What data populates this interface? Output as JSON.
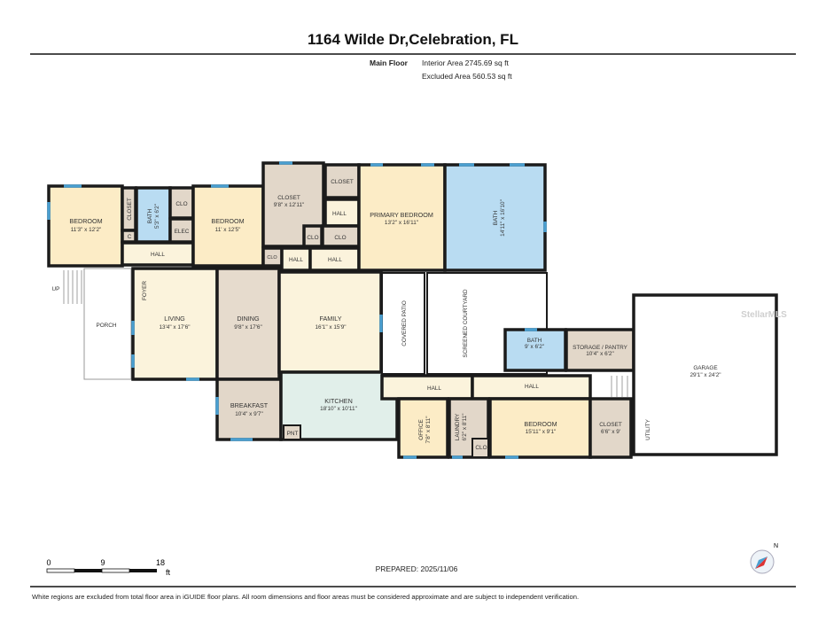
{
  "header": {
    "title": "1164 Wilde Dr,Celebration, FL",
    "floor_label": "Main Floor",
    "interior_area": "Interior Area 2745.69 sq ft",
    "excluded_area": "Excluded Area 560.53 sq ft"
  },
  "rooms": {
    "bedroom1": {
      "name": "BEDROOM",
      "dims": "11'3\" x 12'2\""
    },
    "closet1": {
      "name": "CLOSET"
    },
    "c": {
      "name": "C"
    },
    "bath1": {
      "name": "BATH",
      "dims": "5'3\" x 6'2\""
    },
    "clo1": {
      "name": "CLO"
    },
    "elec": {
      "name": "ELEC"
    },
    "hall1": {
      "name": "HALL"
    },
    "bedroom2": {
      "name": "BEDROOM",
      "dims": "11' x 12'5\""
    },
    "closet_big": {
      "name": "CLOSET",
      "dims": "9'8\" x 12'11\""
    },
    "closet2": {
      "name": "CLOSET"
    },
    "hall2": {
      "name": "HALL"
    },
    "clo2": {
      "name": "CLO"
    },
    "clo3": {
      "name": "CLO"
    },
    "clo4": {
      "name": "CLO"
    },
    "hall3": {
      "name": "HALL"
    },
    "hall4": {
      "name": "HALL"
    },
    "primary_bedroom": {
      "name": "PRIMARY BEDROOM",
      "dims": "13'2\" x 16'11\""
    },
    "primary_bath": {
      "name": "BATH",
      "dims": "14'11\" x 16'10\""
    },
    "foyer": {
      "name": "FOYER"
    },
    "porch": {
      "name": "PORCH"
    },
    "up": {
      "name": "UP"
    },
    "living": {
      "name": "LIVING",
      "dims": "13'4\" x 17'6\""
    },
    "dining": {
      "name": "DINING",
      "dims": "9'8\" x 17'6\""
    },
    "family": {
      "name": "FAMILY",
      "dims": "16'1\" x 15'9\""
    },
    "covered_patio": {
      "name": "COVERED PATIO"
    },
    "screened_courtyard": {
      "name": "SCREENED COURTYARD"
    },
    "breakfast": {
      "name": "BREAKFAST",
      "dims": "10'4\" x 9'7\""
    },
    "kitchen": {
      "name": "KITCHEN",
      "dims": "18'10\" x 10'11\""
    },
    "pnt": {
      "name": "PNT"
    },
    "bath2": {
      "name": "BATH",
      "dims": "9' x 6'2\""
    },
    "storage": {
      "name": "STORAGE / PANTRY",
      "dims": "10'4\" x 6'2\""
    },
    "hall5": {
      "name": "HALL"
    },
    "hall6": {
      "name": "HALL"
    },
    "office": {
      "name": "OFFICE",
      "dims": "7'8\" x 8'11\""
    },
    "laundry": {
      "name": "LAUNDRY",
      "dims": "6'2\" x 8'11\""
    },
    "clo5": {
      "name": "CLO"
    },
    "bedroom3": {
      "name": "BEDROOM",
      "dims": "15'11\" x 9'1\""
    },
    "closet3": {
      "name": "CLOSET",
      "dims": "6'6\" x 9'"
    },
    "garage": {
      "name": "GARAGE",
      "dims": "29'1\" x 24'2\""
    },
    "utility": {
      "name": "UTILITY"
    }
  },
  "scale": {
    "ticks": [
      "0",
      "9",
      "18"
    ],
    "unit": "ft"
  },
  "prepared": "PREPARED: 2025/11/06",
  "compass": {
    "label": "N",
    "icon": "compass-icon"
  },
  "watermark": "StellarMLS",
  "footer": "White regions are excluded from total floor area in iGUIDE floor plans. All room dimensions and floor areas must be considered approximate and are subject to independent verification.",
  "colors": {
    "wall": "#1b1b1b",
    "window": "#4a9fd0",
    "bedroom": "#fcecc6",
    "bath": "#b9dcf2",
    "closet": "#e2d7c9",
    "kitchen": "#e1efea"
  }
}
